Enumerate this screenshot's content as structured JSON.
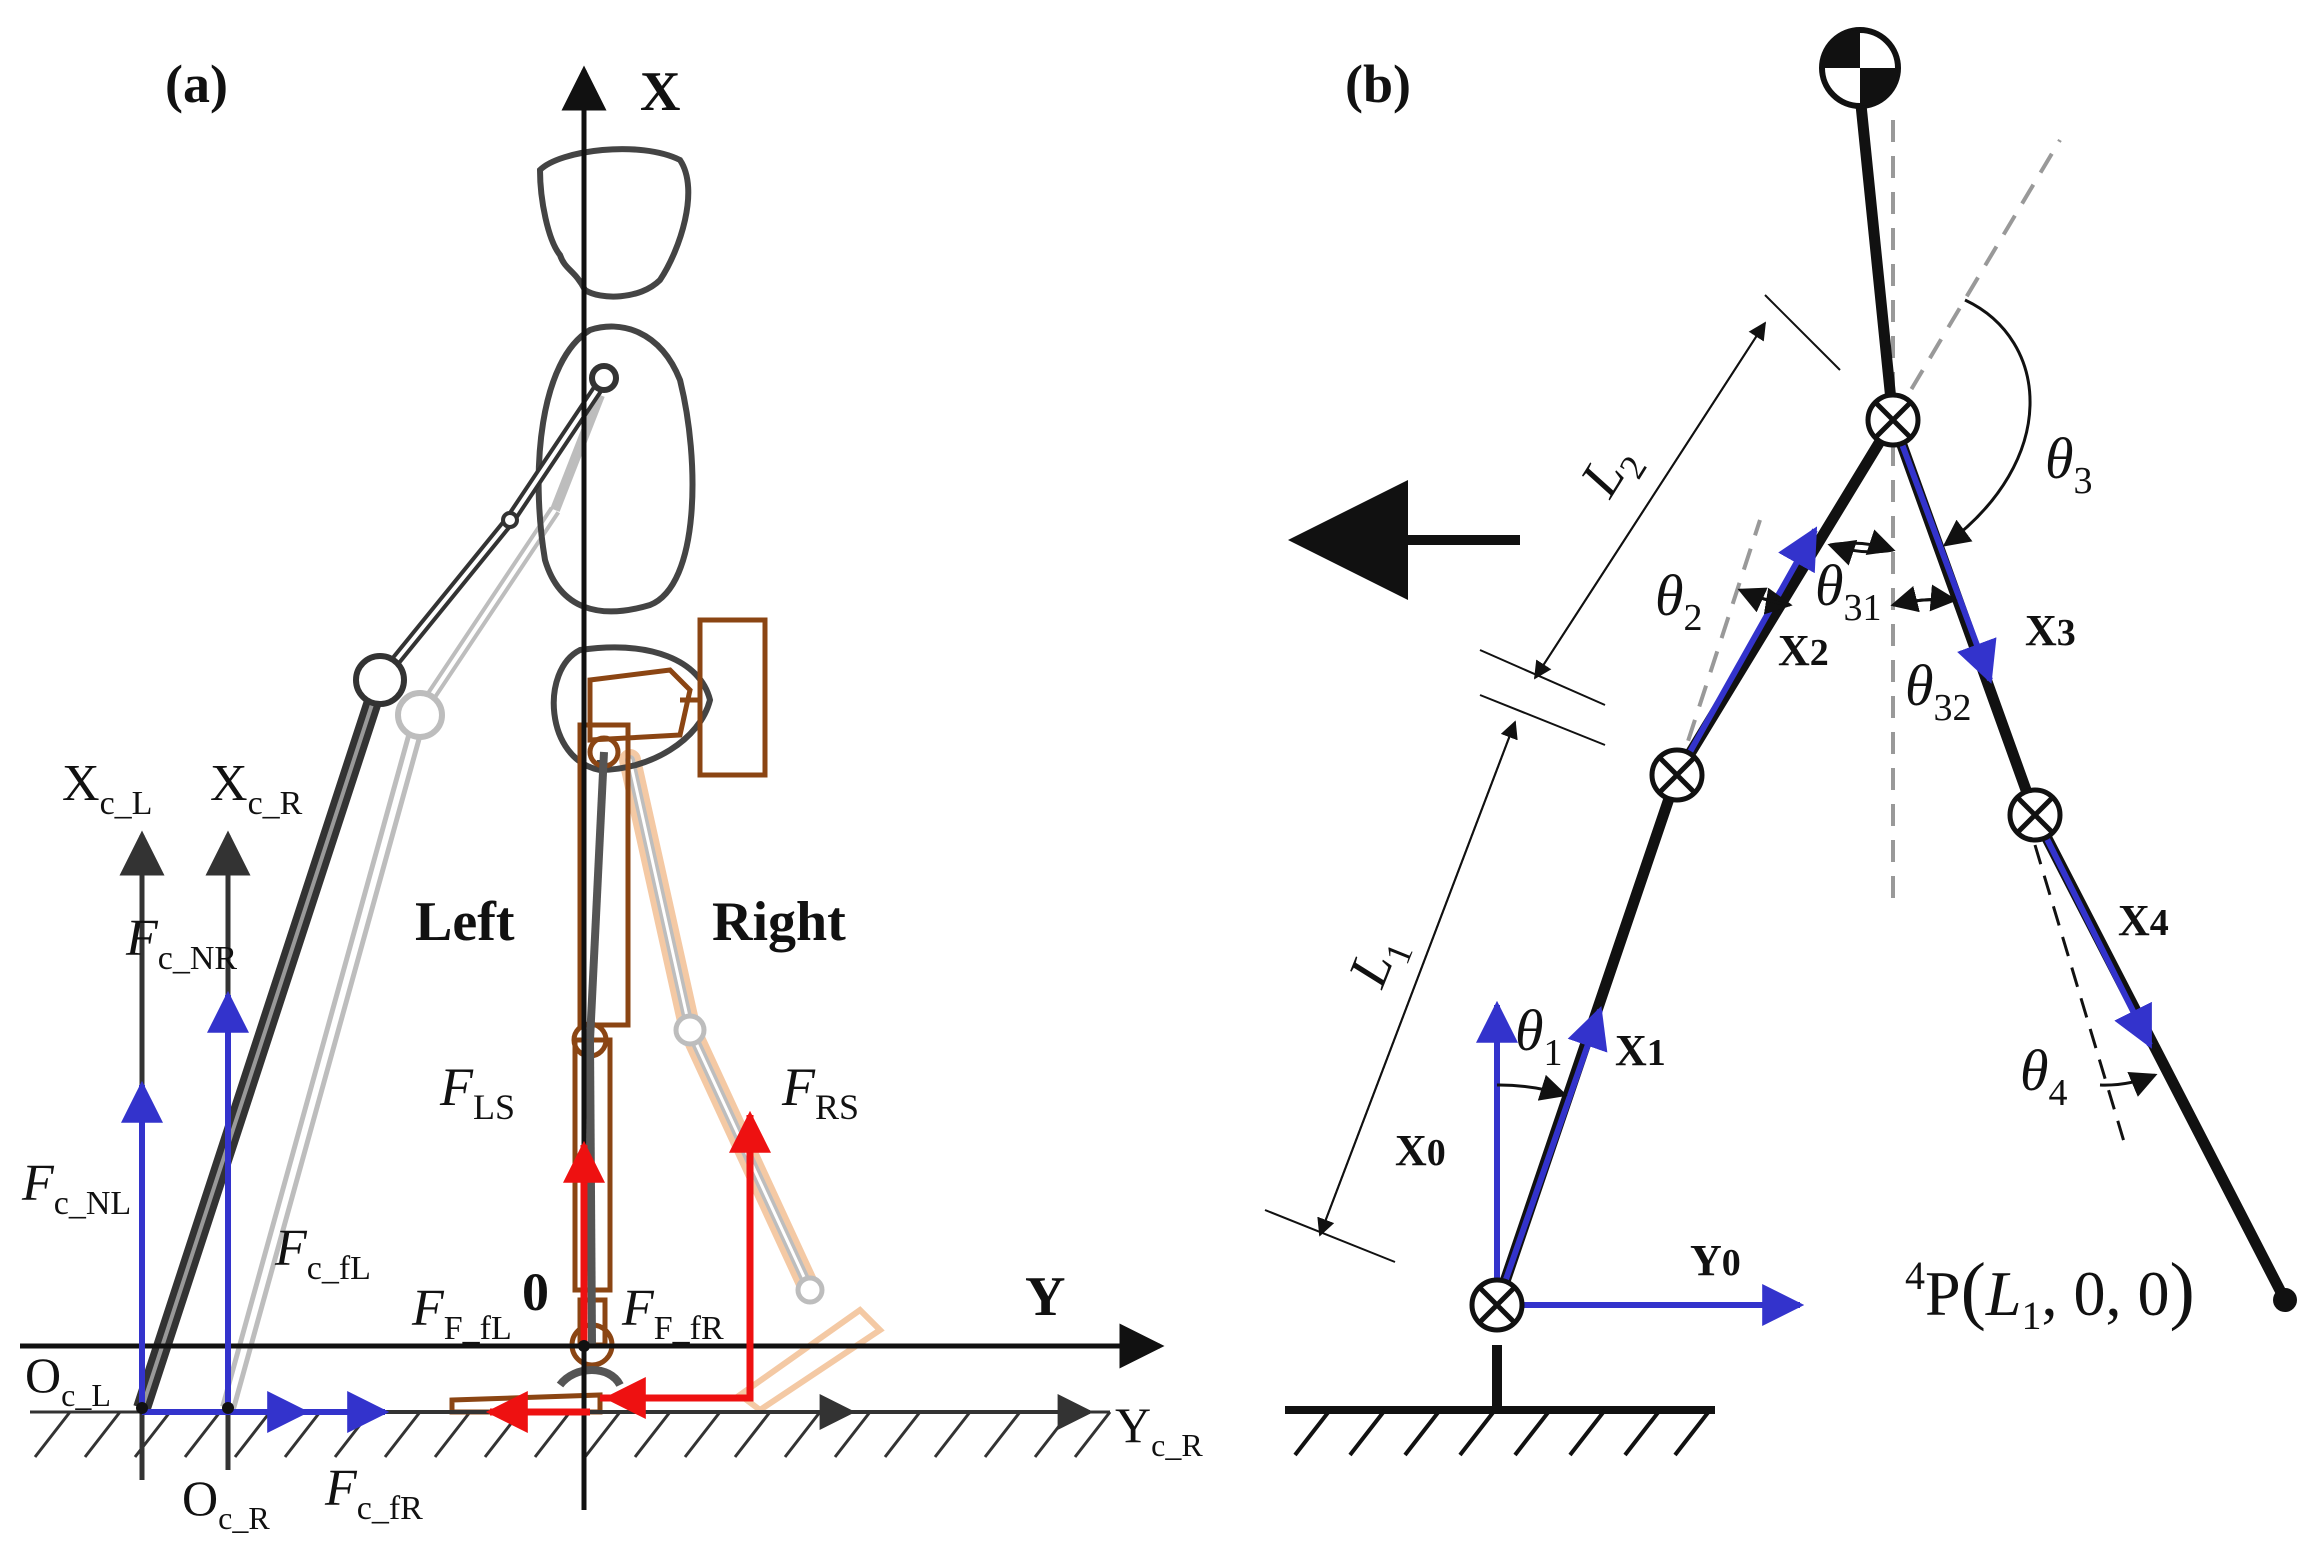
{
  "panel_a": {
    "title": "(a)",
    "axis_x": "X",
    "axis_y": "Y",
    "origin": "0",
    "left": "Left",
    "right": "Right",
    "xcl": "X",
    "xcl_sub": "c_L",
    "xcr": "X",
    "xcr_sub": "c_R",
    "fcnr": "F",
    "fcnr_sub": "c_NR",
    "fcnl": "F",
    "fcnl_sub": "c_NL",
    "fcfl": "F",
    "fcfl_sub": "c_fL",
    "fcfr": "F",
    "fcfr_sub": "c_fR",
    "fls": "F",
    "fls_sub": "LS",
    "frs": "F",
    "frs_sub": "RS",
    "fffl": "F",
    "fffl_sub": "F_fL",
    "fffr": "F",
    "fffr_sub": "F_fR",
    "ocl": "O",
    "ocl_sub": "c_L",
    "ocr": "O",
    "ocr_sub": "c_R",
    "ycr": "Y",
    "ycr_sub": "c_R"
  },
  "panel_b": {
    "title": "(b)",
    "theta": "θ",
    "t1_sub": "1",
    "t2_sub": "2",
    "t3_sub": "3",
    "t31_sub": "31",
    "t32_sub": "32",
    "t4_sub": "4",
    "X": "X",
    "x0_sub": "0",
    "x1_sub": "1",
    "x2_sub": "2",
    "x3_sub": "3",
    "x4_sub": "4",
    "y0": "Y",
    "y0_sub": "0",
    "L": "L",
    "l1_sub": "1",
    "l2_sub": "2",
    "p_sup": "4",
    "p_main": "P",
    "p_lparen": "(",
    "p_L": "L",
    "p_L_sub": "1",
    "p_rest": ", 0, 0",
    "p_rparen": ")"
  },
  "colors": {
    "black": "#111111",
    "blue": "#3333cc",
    "red": "#ee1111",
    "brown": "#8b4513",
    "peach": "#f4c9a4",
    "gray": "#444444",
    "lightgray": "#bdbdbd",
    "dash": "#999999"
  }
}
